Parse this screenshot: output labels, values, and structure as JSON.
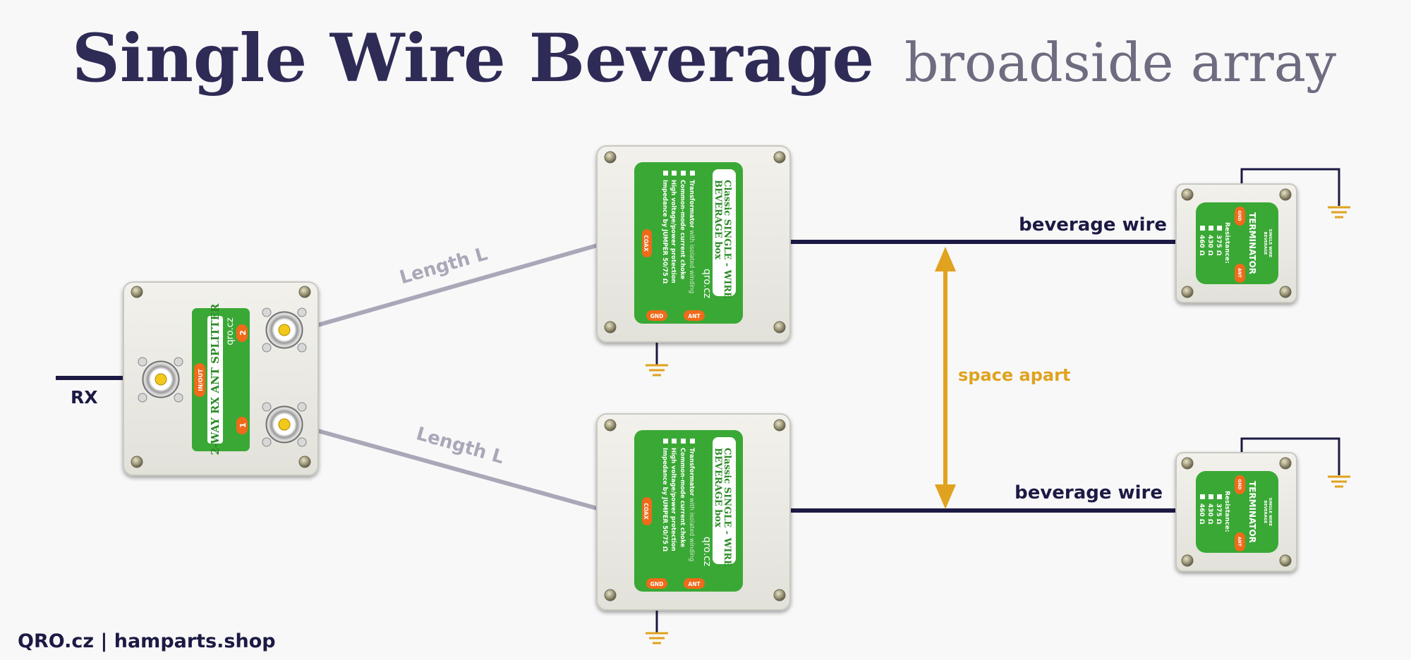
{
  "title": "Single Wire Beverage",
  "subtitle": "broadside array",
  "rx_label": "RX",
  "length_label_top": "Length L",
  "length_label_bottom": "Length L",
  "wire_label_top": "beverage wire",
  "wire_label_bottom": "beverage wire",
  "spacing_label": "space apart",
  "footer": "QRO.cz | hamparts.shop",
  "splitter": {
    "title": "2-WAY RX ANT SPLITTER",
    "brand": "qro.cz",
    "port_inout": "IN/OUT",
    "port_1": "1",
    "port_2": "2"
  },
  "beverage_box": {
    "title_line1": "Classic SINGLE - WIRE",
    "title_line2": "BEVERAGE box",
    "brand": "qro.cz",
    "feature_1_bold": "Transformator",
    "feature_1_light": " with isolated winding",
    "feature_2": "Common-mode current choke",
    "feature_3": "High voltage/power protection",
    "feature_4": "Impedance by JUMPER 50/75 Ω",
    "coax": "COAX",
    "gnd": "GND",
    "ant": "ANT"
  },
  "terminator": {
    "header_1": "SINGLE WIRE",
    "header_2": "BEVERAGE",
    "title": "TERMINATOR",
    "resistance_label": "Resistance:",
    "values": [
      "375 Ω",
      "430 Ω",
      "460 Ω"
    ],
    "gnd": "GND",
    "ant": "ANT"
  },
  "colors": {
    "title": "#2e2c56",
    "subtitle": "#6d6c80",
    "wire": "#1c1a44",
    "coax_line": "#a9a8b8",
    "spacing_arrow": "#e0a21f",
    "panel_green": "#3aa835",
    "pill_orange": "#f06a1a"
  }
}
